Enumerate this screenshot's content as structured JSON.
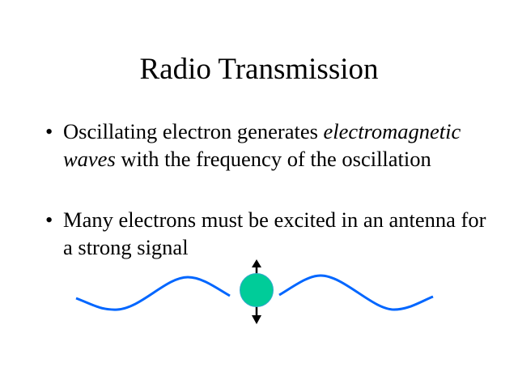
{
  "slide": {
    "title": "Radio Transmission",
    "bullets": [
      {
        "pre": "Oscillating electron generates ",
        "em": "electromagnetic waves",
        "post": " with the frequency of the oscillation"
      },
      {
        "text": "Many electrons must be excited in an antenna for a strong signal"
      }
    ],
    "bullet_symbol": "•"
  },
  "diagram": {
    "wave_color": "#0066ff",
    "electron_color": "#00cc99",
    "arrow_color": "#000000"
  }
}
